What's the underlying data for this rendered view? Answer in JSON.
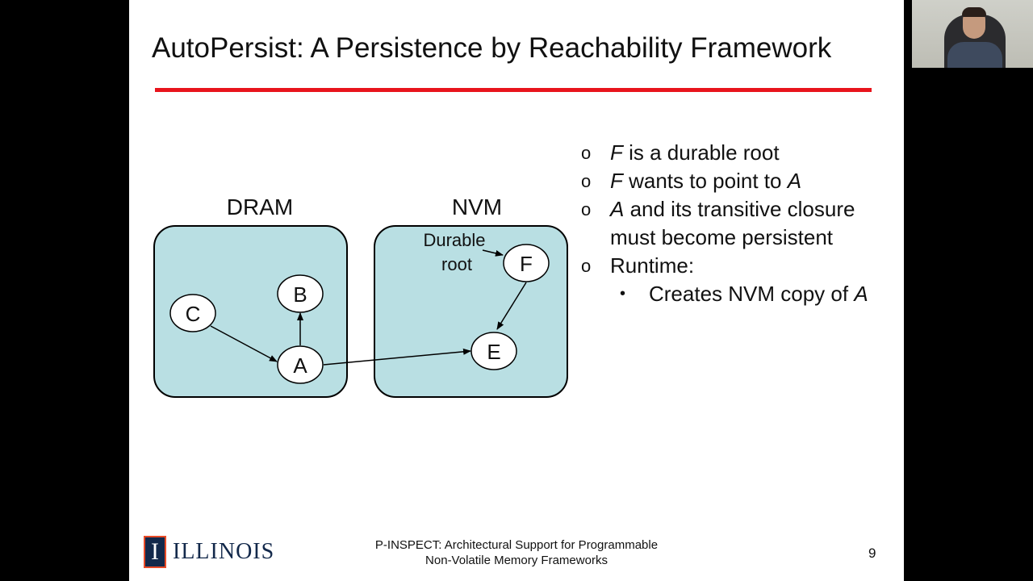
{
  "slide": {
    "title": "AutoPersist: A Persistence by Reachability Framework",
    "page_number": "9",
    "footer_line1": "P-INSPECT: Architectural Support for Programmable",
    "footer_line2": "Non-Volatile Memory Frameworks",
    "logo_text": "ILLINOIS",
    "logo_glyph": "I",
    "accent_color": "#e8141c",
    "box_fill": "#b9dfe3"
  },
  "diagram": {
    "dram_label": "DRAM",
    "nvm_label": "NVM",
    "durable_root_line1": "Durable",
    "durable_root_line2": "root",
    "nodes": {
      "a": "A",
      "b": "B",
      "c": "C",
      "e": "E",
      "f": "F"
    }
  },
  "bullets": [
    {
      "mark": "o",
      "em": "F",
      "text": " is a durable root"
    },
    {
      "mark": "o",
      "em": "F",
      "text": " wants to point to ",
      "em2": "A"
    },
    {
      "mark": "o",
      "em": "A",
      "text": " and its transitive closure"
    },
    {
      "mark": "",
      "em": "",
      "text": "must become persistent"
    },
    {
      "mark": "o",
      "em": "",
      "text": "Runtime:"
    }
  ],
  "sub_bullets": [
    {
      "mark": "•",
      "text": "Creates NVM copy of ",
      "em": "A"
    }
  ]
}
